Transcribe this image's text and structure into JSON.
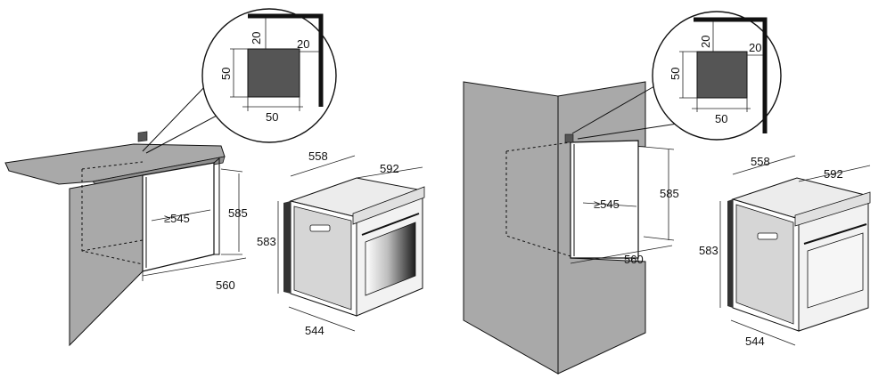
{
  "diagrams": [
    {
      "id": "under-counter",
      "detail": {
        "top": "20",
        "right": "20",
        "height": "50",
        "width": "50"
      },
      "niche": {
        "width": "560",
        "height": "585",
        "depth": "≥545"
      },
      "oven": {
        "height": "583",
        "depth": "558",
        "width": "592",
        "bottom_depth": "544"
      }
    },
    {
      "id": "tall-column",
      "detail": {
        "top": "20",
        "right": "20",
        "height": "50",
        "width": "50"
      },
      "niche": {
        "width": "560",
        "height": "585",
        "depth": "≥545"
      },
      "oven": {
        "height": "583",
        "depth": "558",
        "width": "592",
        "bottom_depth": "544"
      }
    }
  ],
  "colors": {
    "panel": "#a9a9a9",
    "panel_dark": "#8f8f8f",
    "vent": "#555555",
    "line": "#111111",
    "glass_dark": "#2a2a2a"
  }
}
